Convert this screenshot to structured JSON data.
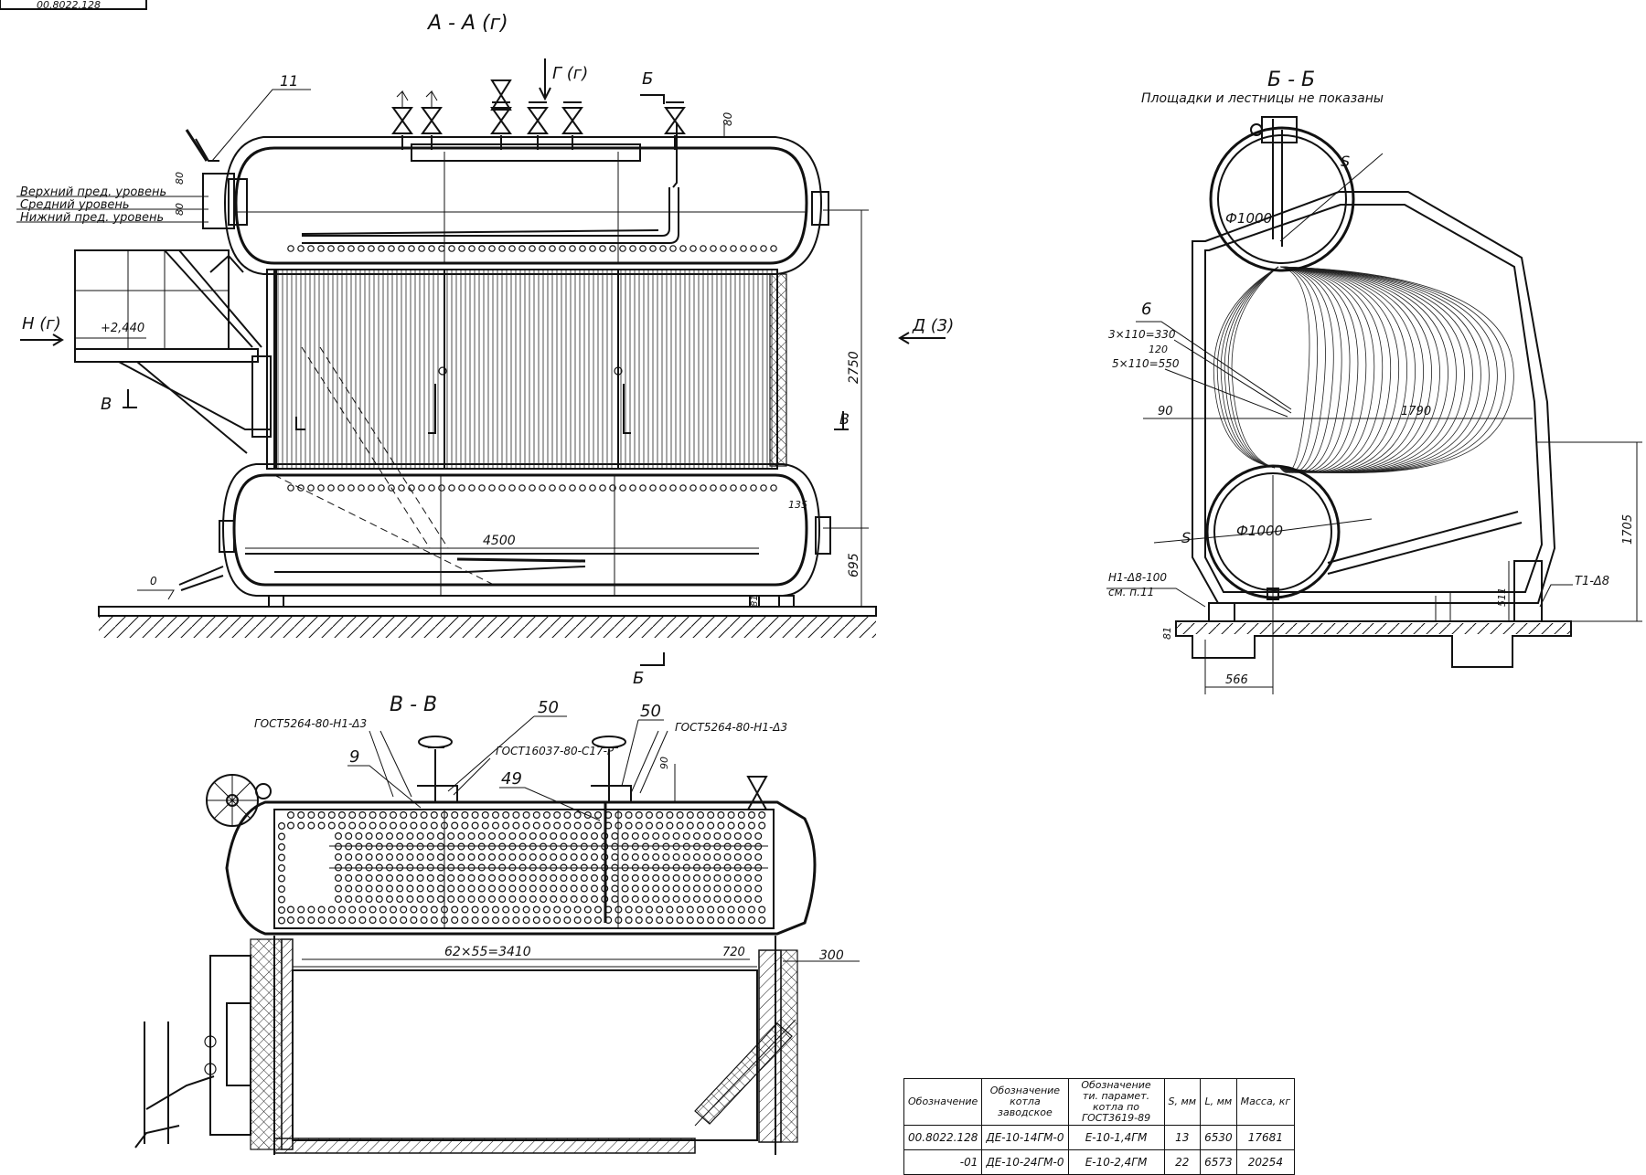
{
  "corner_stamp": "00.8022.128",
  "views": {
    "aa": {
      "title": "А - А (г)",
      "arrow_g": "Г (г)",
      "arrow_b_top": "Б",
      "arrow_b_bottom": "Б",
      "arrow_n": "Н (г)",
      "arrow_d": "Д (3)",
      "arrow_v_left": "В",
      "arrow_v_right": "В",
      "callout_11": "11",
      "level_upper": "Верхний пред. уровень",
      "level_middle": "Средний уровень",
      "level_lower": "Нижний пред. уровень",
      "dim_80_top": "80",
      "dim_80_left_a": "80",
      "dim_80_left_b": "80",
      "dim_2750": "2750",
      "dim_695": "695",
      "dim_4500": "4500",
      "dim_135": "135",
      "dim_81": "81",
      "mark_plus2440": "+2,440",
      "mark_zero": "0"
    },
    "bb": {
      "title": "Б - Б",
      "note": "Площадки и лестницы не показаны",
      "dia_upper": "Ф1000",
      "dia_lower": "Ф1000",
      "s_upper": "S",
      "s_lower": "S",
      "callout_6": "6",
      "pitch1": "3×110=330",
      "pitch2": "120",
      "pitch3": "5×110=550",
      "dim_90": "90",
      "dim_1790": "1790",
      "dim_1705": "1705",
      "dim_511": "511",
      "dim_81": "81",
      "dim_566": "566",
      "weld_h1": "Н1-Δ8-100",
      "weld_h1_note": "см. п.11",
      "weld_t1": "Т1-Δ8"
    },
    "vv": {
      "title": "В - В",
      "callout_50a": "50",
      "callout_50b": "50",
      "callout_9": "9",
      "callout_49": "49",
      "weld_left": "ГОСТ5264-80-Н1-Δ3",
      "weld_right": "ГОСТ5264-80-Н1-Δ3",
      "weld_mid": "ГОСТ16037-80-С17-Р",
      "dim_90": "90",
      "dim_3410": "62×55=3410",
      "dim_720": "720",
      "dim_300": "300"
    }
  },
  "spec_table": {
    "headers": [
      "Обозначение",
      "Обозначение котла заводское",
      "Обозначение ти. парамет. котла по ГОСТ3619-89",
      "S, мм",
      "L, мм",
      "Масса, кг"
    ],
    "rows": [
      [
        "00.8022.128",
        "ДЕ-10-14ГМ-0",
        "Е-10-1,4ГМ",
        "13",
        "6530",
        "17681"
      ],
      [
        "-01",
        "ДЕ-10-24ГМ-0",
        "Е-10-2,4ГМ",
        "22",
        "6573",
        "20254"
      ]
    ]
  }
}
